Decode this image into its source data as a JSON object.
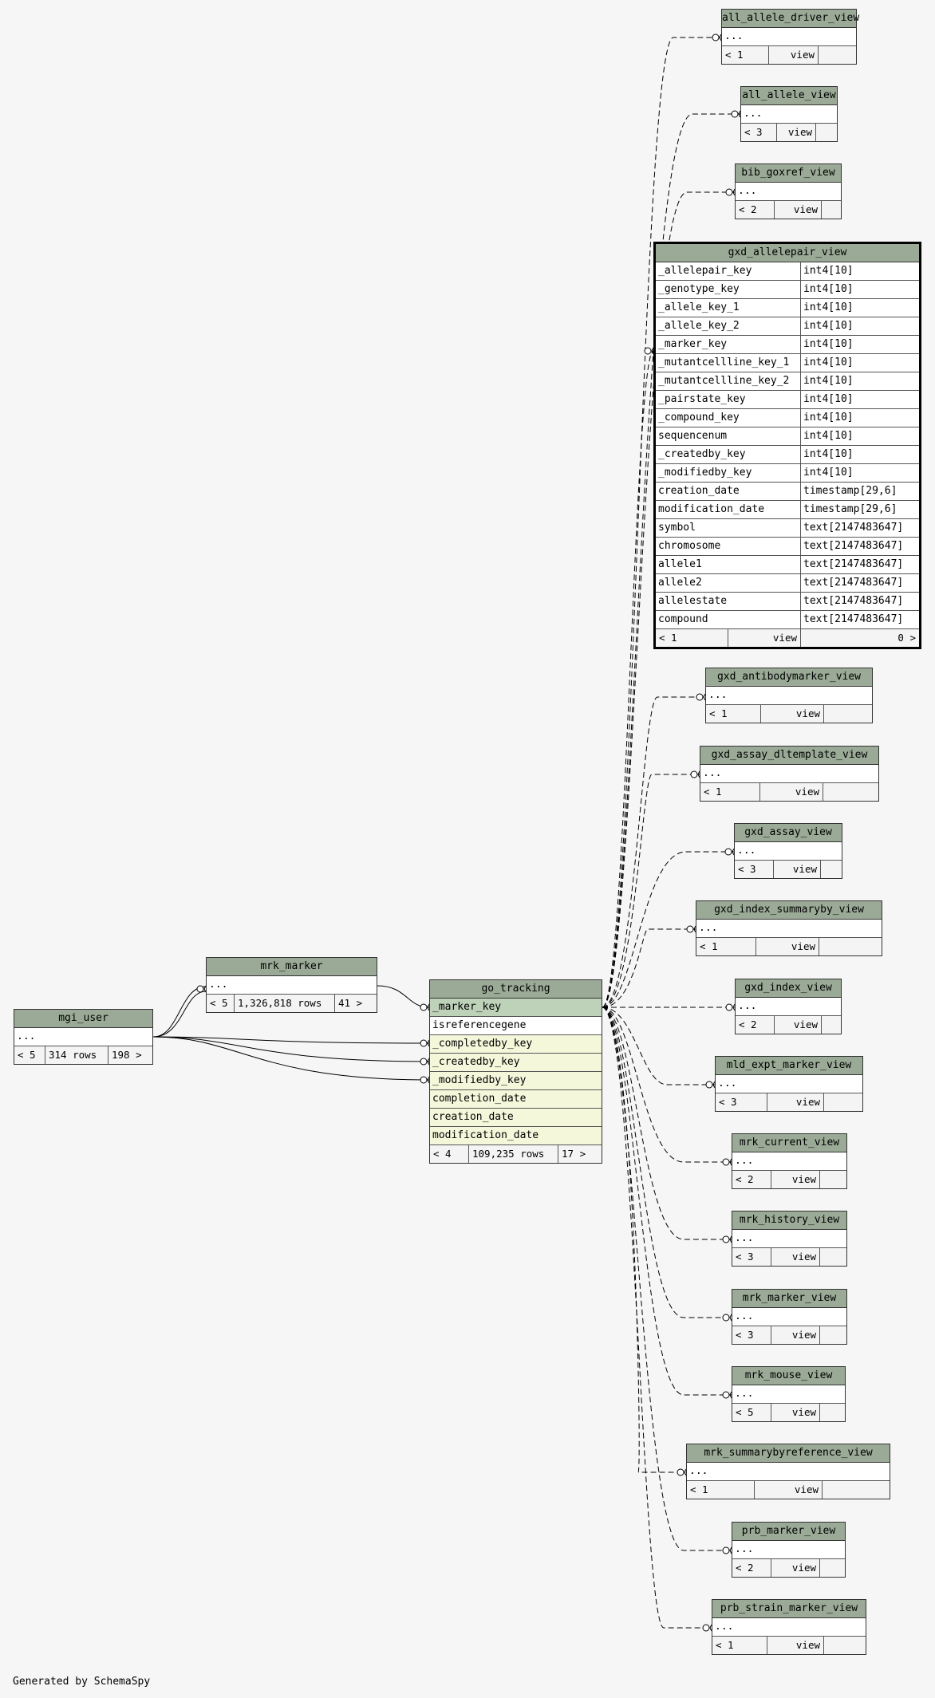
{
  "footer_text": "Generated by SchemaSpy",
  "colors": {
    "header": "#9aaa96",
    "key_row": "#bed1b9",
    "fk_row": "#f4f7da",
    "background": "#f6f6f6"
  },
  "focus_table": {
    "name": "gxd_allelepair_view",
    "columns": [
      {
        "name": "_allelepair_key",
        "type": "int4[10]"
      },
      {
        "name": "_genotype_key",
        "type": "int4[10]"
      },
      {
        "name": "_allele_key_1",
        "type": "int4[10]"
      },
      {
        "name": "_allele_key_2",
        "type": "int4[10]"
      },
      {
        "name": "_marker_key",
        "type": "int4[10]"
      },
      {
        "name": "_mutantcellline_key_1",
        "type": "int4[10]"
      },
      {
        "name": "_mutantcellline_key_2",
        "type": "int4[10]"
      },
      {
        "name": "_pairstate_key",
        "type": "int4[10]"
      },
      {
        "name": "_compound_key",
        "type": "int4[10]"
      },
      {
        "name": "sequencenum",
        "type": "int4[10]"
      },
      {
        "name": "_createdby_key",
        "type": "int4[10]"
      },
      {
        "name": "_modifiedby_key",
        "type": "int4[10]"
      },
      {
        "name": "creation_date",
        "type": "timestamp[29,6]"
      },
      {
        "name": "modification_date",
        "type": "timestamp[29,6]"
      },
      {
        "name": "symbol",
        "type": "text[2147483647]"
      },
      {
        "name": "chromosome",
        "type": "text[2147483647]"
      },
      {
        "name": "allele1",
        "type": "text[2147483647]"
      },
      {
        "name": "allele2",
        "type": "text[2147483647]"
      },
      {
        "name": "allelestate",
        "type": "text[2147483647]"
      },
      {
        "name": "compound",
        "type": "text[2147483647]"
      }
    ],
    "footer": [
      "< 1",
      "view",
      "0 >"
    ]
  },
  "go_tracking": {
    "name": "go_tracking",
    "columns": [
      {
        "name": "_marker_key",
        "style": "key"
      },
      {
        "name": "isreferencegene",
        "style": "plain"
      },
      {
        "name": "_completedby_key",
        "style": "fk"
      },
      {
        "name": "_createdby_key",
        "style": "fk"
      },
      {
        "name": "_modifiedby_key",
        "style": "fk"
      },
      {
        "name": "completion_date",
        "style": "fk"
      },
      {
        "name": "creation_date",
        "style": "fk"
      },
      {
        "name": "modification_date",
        "style": "fk"
      }
    ],
    "footer": [
      "< 4",
      "109,235 rows",
      "17 >"
    ]
  },
  "mrk_marker": {
    "name": "mrk_marker",
    "row": "...",
    "footer": [
      "< 5",
      "1,326,818 rows",
      "41 >"
    ]
  },
  "mgi_user": {
    "name": "mgi_user",
    "row": "...",
    "footer": [
      "< 5",
      "314 rows",
      "198 >"
    ]
  },
  "views": [
    {
      "name": "all_allele_driver_view",
      "row": "...",
      "footer": [
        "< 1",
        "view",
        ""
      ]
    },
    {
      "name": "all_allele_view",
      "row": "...",
      "footer": [
        "< 3",
        "view",
        ""
      ]
    },
    {
      "name": "bib_goxref_view",
      "row": "...",
      "footer": [
        "< 2",
        "view",
        ""
      ]
    },
    {
      "name": "gxd_antibodymarker_view",
      "row": "...",
      "footer": [
        "< 1",
        "view",
        ""
      ]
    },
    {
      "name": "gxd_assay_dltemplate_view",
      "row": "...",
      "footer": [
        "< 1",
        "view",
        ""
      ]
    },
    {
      "name": "gxd_assay_view",
      "row": "...",
      "footer": [
        "< 3",
        "view",
        ""
      ]
    },
    {
      "name": "gxd_index_summaryby_view",
      "row": "...",
      "footer": [
        "< 1",
        "view",
        ""
      ]
    },
    {
      "name": "gxd_index_view",
      "row": "...",
      "footer": [
        "< 2",
        "view",
        ""
      ]
    },
    {
      "name": "mld_expt_marker_view",
      "row": "...",
      "footer": [
        "< 3",
        "view",
        ""
      ]
    },
    {
      "name": "mrk_current_view",
      "row": "...",
      "footer": [
        "< 2",
        "view",
        ""
      ]
    },
    {
      "name": "mrk_history_view",
      "row": "...",
      "footer": [
        "< 3",
        "view",
        ""
      ]
    },
    {
      "name": "mrk_marker_view",
      "row": "...",
      "footer": [
        "< 3",
        "view",
        ""
      ]
    },
    {
      "name": "mrk_mouse_view",
      "row": "...",
      "footer": [
        "< 5",
        "view",
        ""
      ]
    },
    {
      "name": "mrk_summarybyreference_view",
      "row": "...",
      "footer": [
        "< 1",
        "view",
        ""
      ]
    },
    {
      "name": "prb_marker_view",
      "row": "...",
      "footer": [
        "< 2",
        "view",
        ""
      ]
    },
    {
      "name": "prb_strain_marker_view",
      "row": "...",
      "footer": [
        "< 1",
        "view",
        ""
      ]
    }
  ]
}
